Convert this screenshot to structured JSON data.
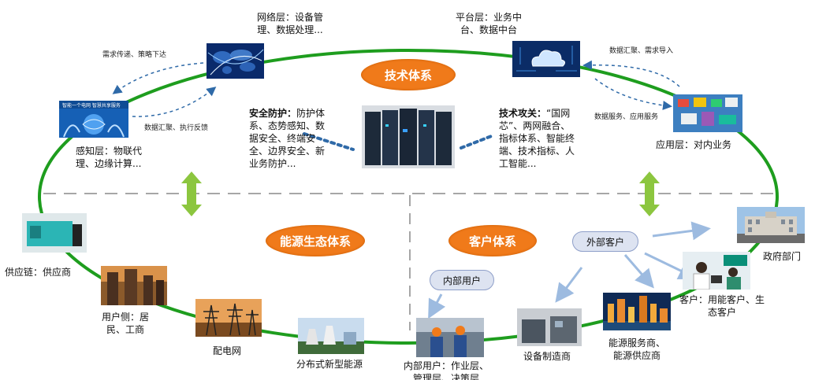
{
  "pills": {
    "tech": "技术体系",
    "energy": "能源生态体系",
    "customer": "客户体系",
    "external_user": "外部客户",
    "internal_user": "内部用户"
  },
  "layers": {
    "network": "网络层：设备管理、数据处理...",
    "platform": "平台层：业务中台、数据中台",
    "perception": "感知层：物联代理、边缘计算...",
    "application": "应用层：对内业务"
  },
  "security": {
    "label": "安全防护：",
    "text": "防护体系、态势感知、数据安全、终端安全、边界安全、新业务防护..."
  },
  "tech_attack": {
    "label": "技术攻关：",
    "text": "“国网芯”、两网融合、指标体系、智能终端、技术指标、人工智能..."
  },
  "flows": {
    "demand_down": "需求传递、策略下达",
    "data_feedback": "数据汇聚、执行反馈",
    "data_import": "数据汇聚、需求导入",
    "data_service": "数据服务、应用服务"
  },
  "nodes": {
    "supply_chain": "供应链：供应商",
    "user_side": "用户侧：居民、工商",
    "distribution": "配电网",
    "distributed_energy": "分布式新型能源",
    "internal_users": "内部用户：作业层、管理层、决策层",
    "equipment_maker": "设备制造商",
    "energy_service": "能源服务商、能源供应商",
    "customers": "客户：用能客户、生态客户",
    "government": "政府部门"
  },
  "image_text": {
    "perception_banner": "智能一个电网    智慧共享服务"
  },
  "colors": {
    "ellipse": "#1e9d1e",
    "orange": "#f07a1a",
    "arrow_green": "#8cc63f",
    "arrow_blue": "#a9c4e4",
    "dotted": "#2f6aa8",
    "divider": "#a6a6a6"
  }
}
